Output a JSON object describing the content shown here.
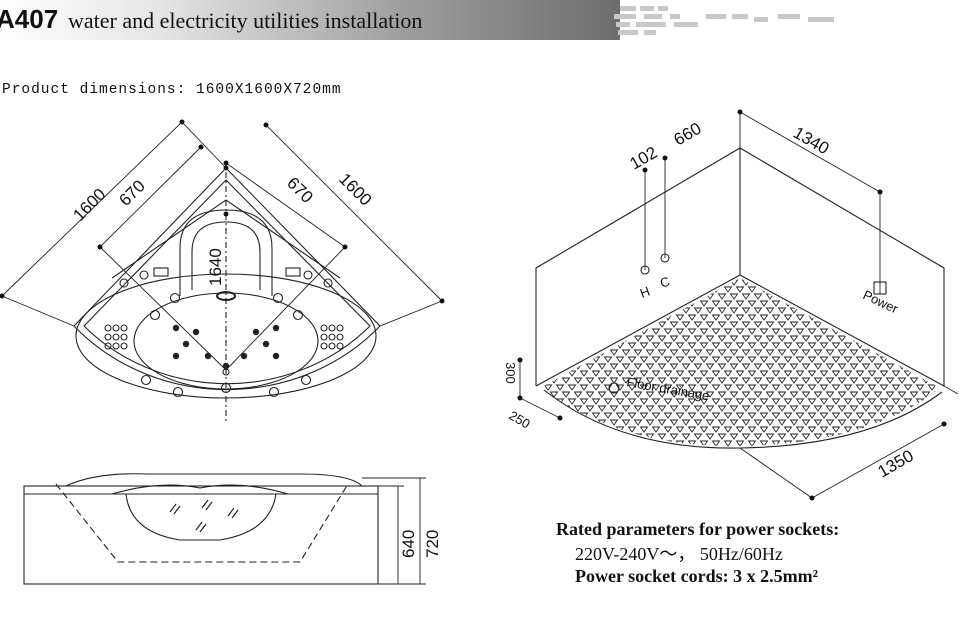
{
  "header": {
    "model_code": "A407",
    "title": "water and electricity utilities installation"
  },
  "product_dimensions": "Product dimensions: 1600X1600X720mm",
  "top_view": {
    "dim_left_outer": "1600",
    "dim_left_inner": "670",
    "dim_right_inner": "670",
    "dim_right_outer": "1600",
    "dim_center": "1640"
  },
  "side_view": {
    "dim_inner_height": "640",
    "dim_outer_height": "720"
  },
  "room_view": {
    "dim_102": "102",
    "dim_660": "660",
    "dim_1340": "1340",
    "dim_1350": "1350",
    "dim_300": "300",
    "dim_250": "250",
    "label_h": "H",
    "label_c": "C",
    "label_power": "Power",
    "label_floor_drainage": "Floor drainage"
  },
  "power_params": {
    "heading": "Rated parameters for power sockets:",
    "voltage": "220V-240V～， 50Hz/60Hz",
    "cords": "Power socket cords: 3 x 2.5mm²"
  }
}
